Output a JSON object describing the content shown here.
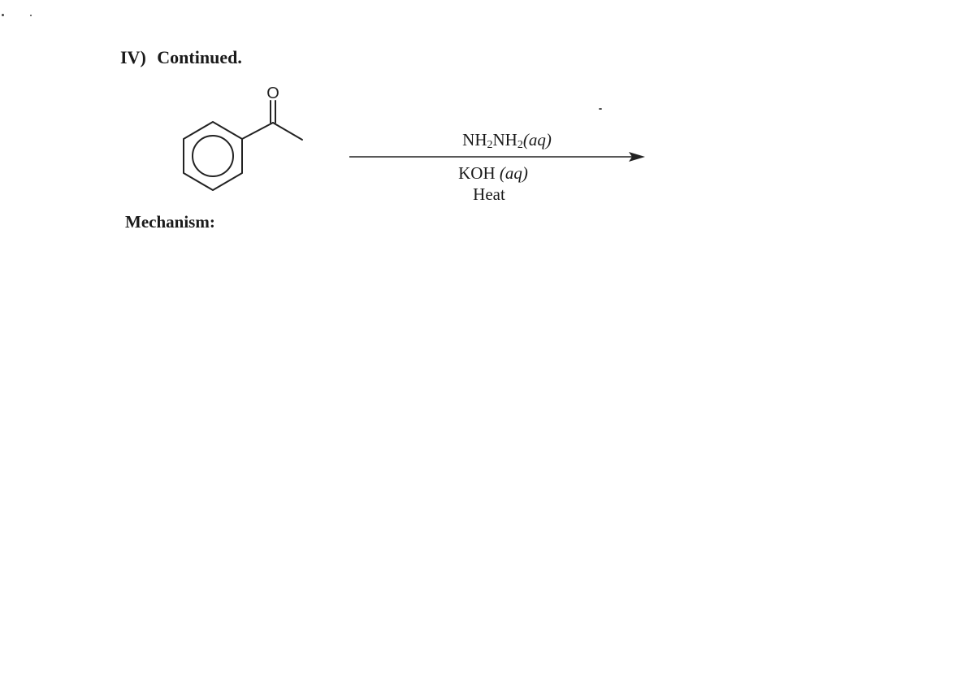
{
  "heading": {
    "number": "IV)",
    "text": "Continued."
  },
  "mechanism_label": "Mechanism:",
  "reactant": {
    "carbonyl_oxygen": "O"
  },
  "reagents": {
    "line1": {
      "formula_a": "NH",
      "sub_a": "2",
      "formula_b": "NH",
      "sub_b": "2",
      "state": "(aq)"
    },
    "line2": {
      "formula": "KOH",
      "state": "(aq)"
    },
    "line3": "Heat"
  }
}
